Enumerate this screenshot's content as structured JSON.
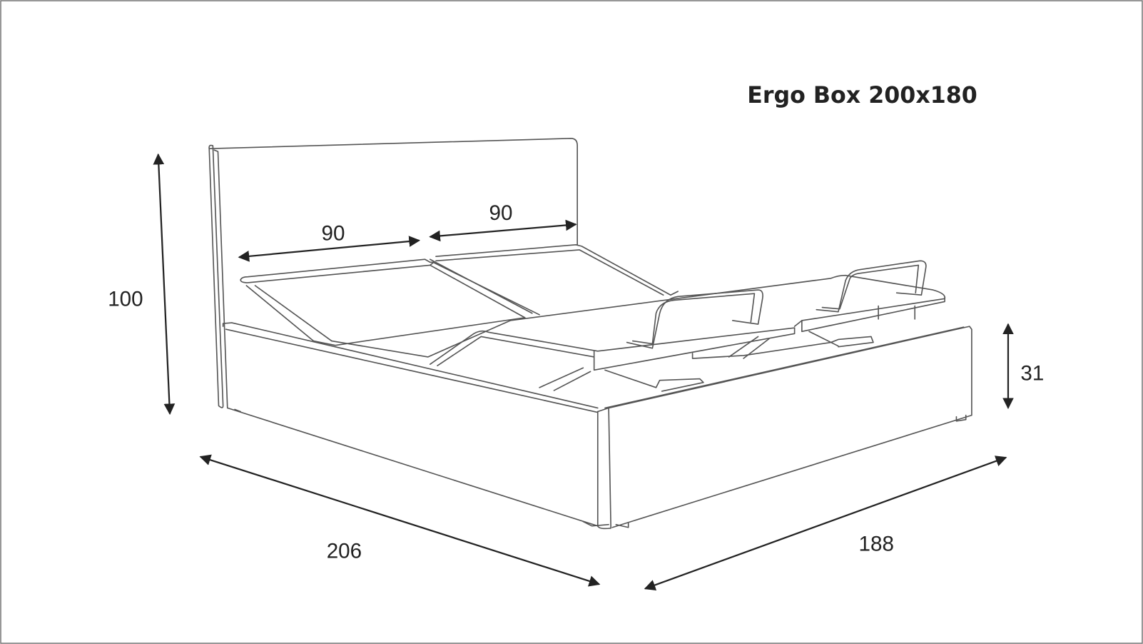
{
  "title": "Ergo Box 200x180",
  "dimensions": {
    "headboard_height": "100",
    "segment_left_width": "90",
    "segment_right_width": "90",
    "base_height": "31",
    "length": "206",
    "width": "188"
  },
  "colors": {
    "line": "#555555",
    "arrow": "#222222",
    "frame": "#777777"
  }
}
